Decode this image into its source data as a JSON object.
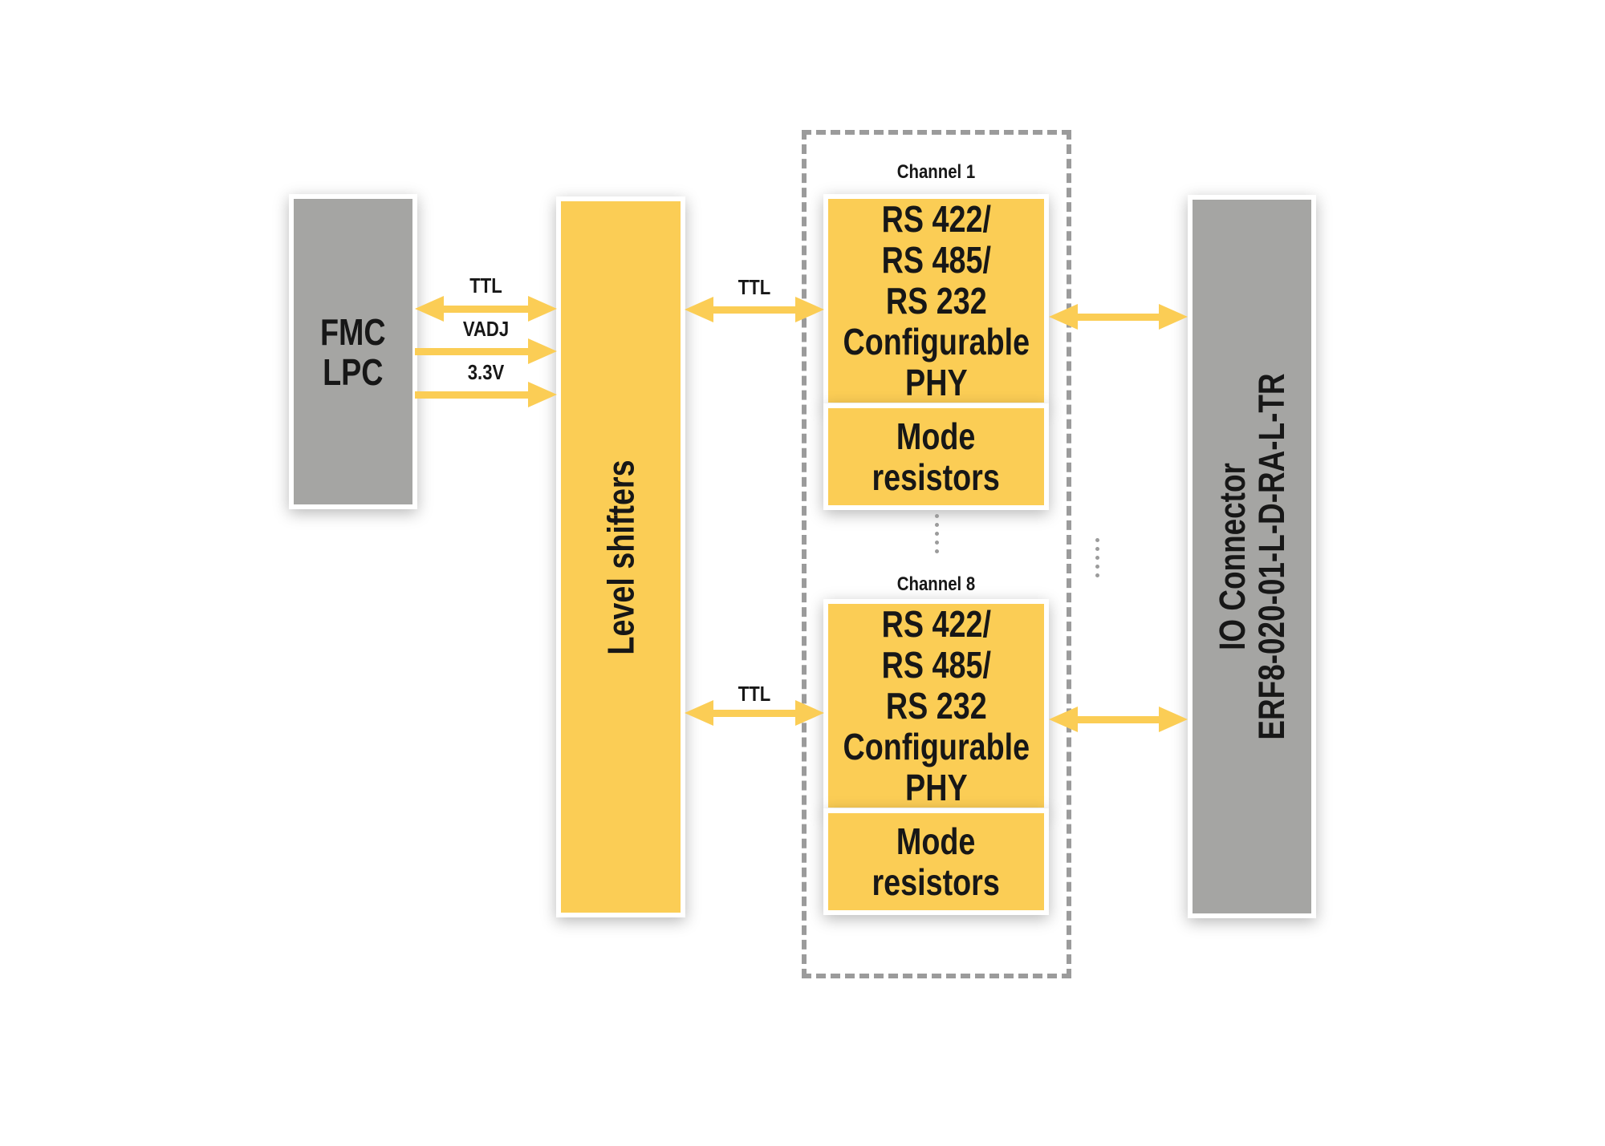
{
  "blocks": {
    "fmc": {
      "lines": [
        "FMC",
        "LPC"
      ]
    },
    "level_shifters": {
      "label": "Level shifters"
    },
    "io_connector": {
      "lines": [
        "IO Connector",
        "ERF8-020-01-L-D-RA-L-TR"
      ]
    },
    "channels": [
      {
        "name": "Channel 1",
        "phy_lines": [
          "RS 422/",
          "RS 485/",
          "RS 232",
          "Configurable",
          "PHY"
        ],
        "mode_lines": [
          "Mode",
          "resistors"
        ]
      },
      {
        "name": "Channel 8",
        "phy_lines": [
          "RS 422/",
          "RS 485/",
          "RS 232",
          "Configurable",
          "PHY"
        ],
        "mode_lines": [
          "Mode",
          "resistors"
        ]
      }
    ]
  },
  "arrow_labels": {
    "fmc_ttl": "TTL",
    "fmc_vadj": "VADJ",
    "fmc_33v": "3.3V",
    "ch1_ttl": "TTL",
    "ch8_ttl": "TTL"
  },
  "colors": {
    "block_yellow": "#FBCD55",
    "block_gray": "#A5A5A3",
    "dashed_border": "#9B9B9B",
    "dot_gray": "#9B9B9B",
    "text": "#171717",
    "background": "#FFFFFF"
  }
}
